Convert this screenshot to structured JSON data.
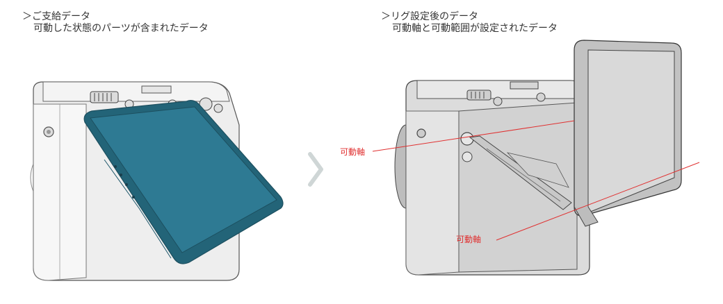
{
  "left_panel": {
    "caption_line1": "＞ご支給データ",
    "caption_line2": "可動した状態のパーツが含まれたデータ"
  },
  "right_panel": {
    "caption_line1": "＞リグ設定後のデータ",
    "caption_line2": "可動軸と可動範囲が設定されたデータ"
  },
  "annotations": {
    "axis_label_1": "可動軸",
    "axis_label_2": "可動軸"
  },
  "colors": {
    "screen_blue": "#2e7a93",
    "body_gray": "#d9d9d9",
    "axis_red": "#e03030",
    "arrow_gray": "#cfd6d6"
  },
  "icons": {
    "arrow": "chevron-right-icon"
  }
}
